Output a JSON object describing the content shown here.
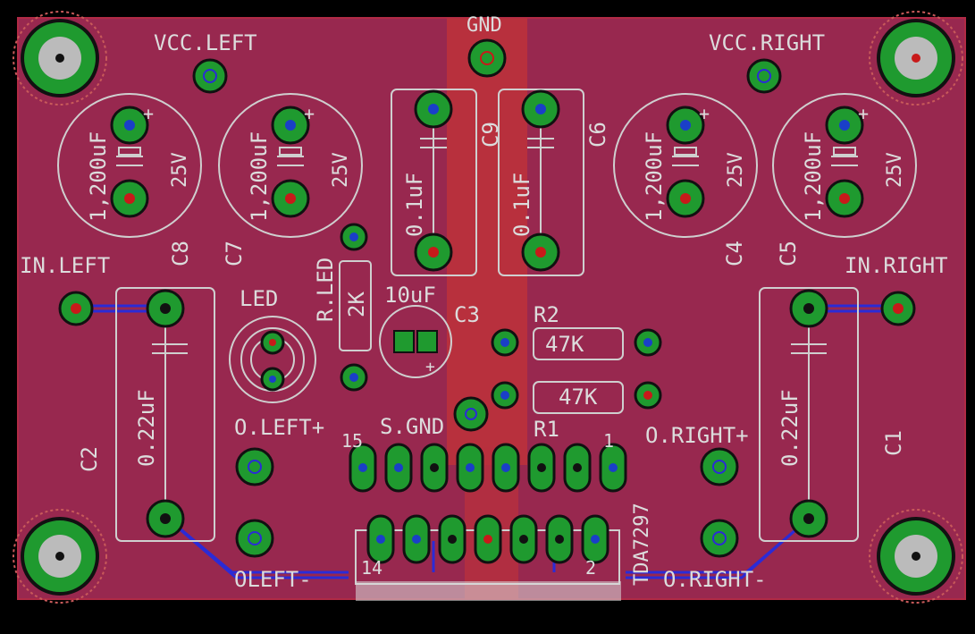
{
  "colors": {
    "background": "#000000",
    "board": "#98284f",
    "gnd_copper": "#b8303d",
    "silkscreen": "#dcdcdc",
    "pad_green": "#1f9a2f",
    "pad_outline": "#111111",
    "trace_blue": "#2b2bd6",
    "drill_blue": "#1a3fc8",
    "drill_red": "#c81a1a"
  },
  "labels": {
    "gnd": "GND",
    "vcc_left": "VCC.LEFT",
    "vcc_right": "VCC.RIGHT",
    "in_left": "IN.LEFT",
    "in_right": "IN.RIGHT",
    "led": "LED",
    "r_led": "R.LED",
    "r_led_value": "2K",
    "c3": "C3",
    "c3_value": "10uF",
    "r2": "R2",
    "r2_value": "47K",
    "r1": "R1",
    "r1_value": "47K",
    "s_gnd": "S.GND",
    "o_left_plus": "O.LEFT+",
    "o_left_minus": "OLEFT-",
    "o_right_plus": "O.RIGHT+",
    "o_right_minus": "O.RIGHT-",
    "ic": "TDA7297",
    "pin15": "15",
    "pin14": "14",
    "pin1": "1",
    "pin2": "2",
    "c8": "C8",
    "c7": "C7",
    "c4": "C4",
    "c5": "C5",
    "c9": "C9",
    "c6": "C6",
    "c2": "C2",
    "c1": "C1",
    "big_cap_value": "1,200uF",
    "big_cap_voltage": "25V",
    "small_cap_value": "0.1uF",
    "film_cap_value": "0.22uF",
    "plus": "+"
  }
}
